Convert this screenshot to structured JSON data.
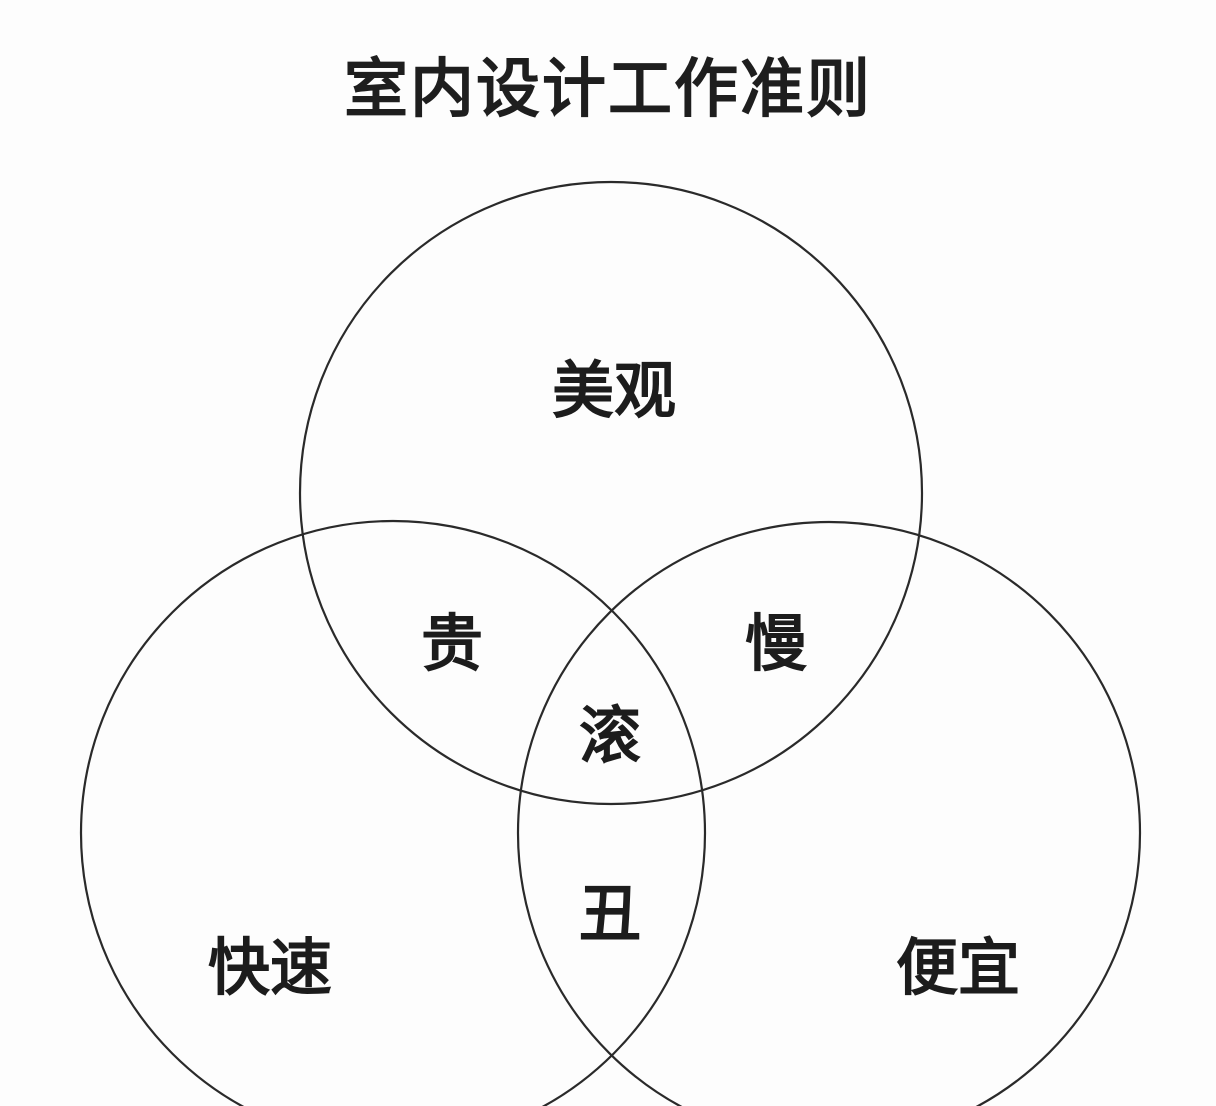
{
  "title": "室内设计工作准则",
  "circles": [
    {
      "id": "top",
      "label": "美观"
    },
    {
      "id": "left",
      "label": "快速"
    },
    {
      "id": "right",
      "label": "便宜"
    }
  ],
  "intersections": {
    "top_left": "贵",
    "top_right": "慢",
    "left_right": "丑",
    "center": "滚"
  },
  "colors": {
    "stroke": "#2a2a2a",
    "text": "#1c1c1c",
    "background": "#fdfdfd"
  }
}
